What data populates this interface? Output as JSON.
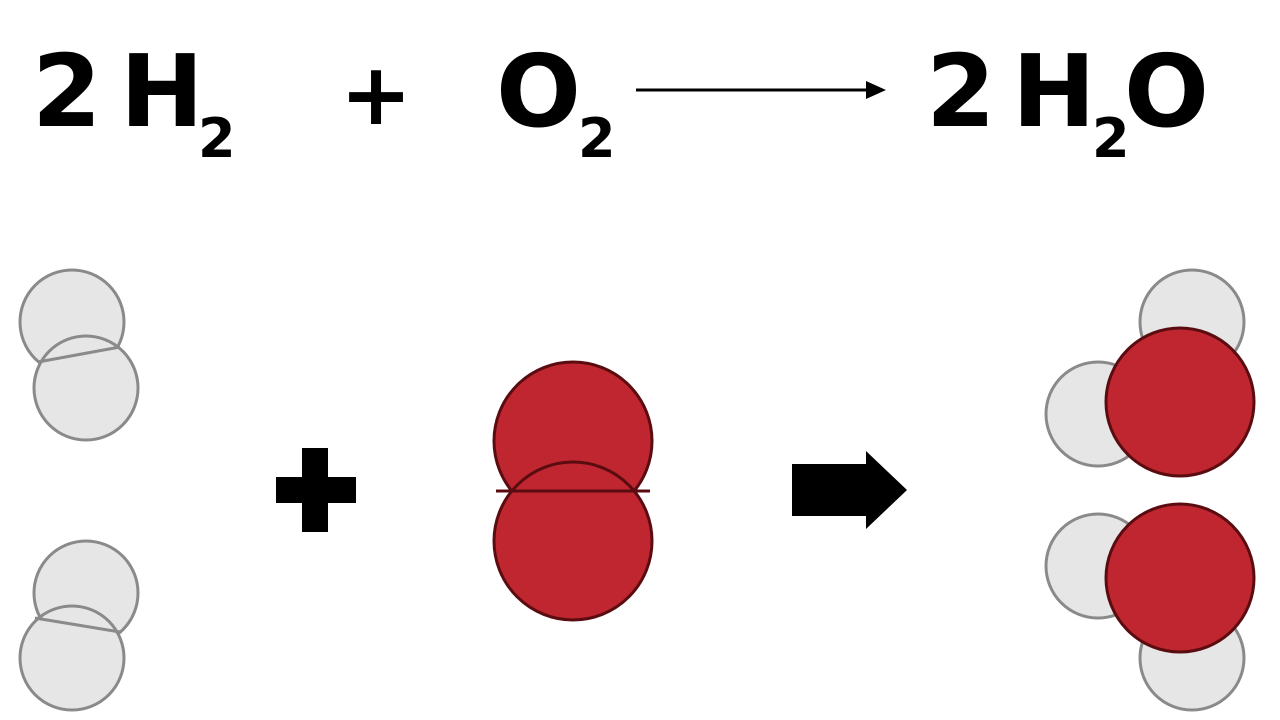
{
  "equation": {
    "h2_coef": "2",
    "h2_symbol": "H",
    "h2_sub": "2",
    "plus": "+",
    "o2_symbol": "O",
    "o2_sub": "2",
    "product_coef": "2",
    "product_h": "H",
    "product_sub": "2",
    "product_o": "O"
  },
  "colors": {
    "hydrogen_fill": "#e6e6e6",
    "hydrogen_stroke": "#8a8a8a",
    "oxygen_fill": "#c0262f",
    "oxygen_stroke": "#5a0c10",
    "text": "#000000"
  },
  "diagram": {
    "plus_icon": "plus-icon",
    "arrow_icon": "right-arrow-icon"
  }
}
